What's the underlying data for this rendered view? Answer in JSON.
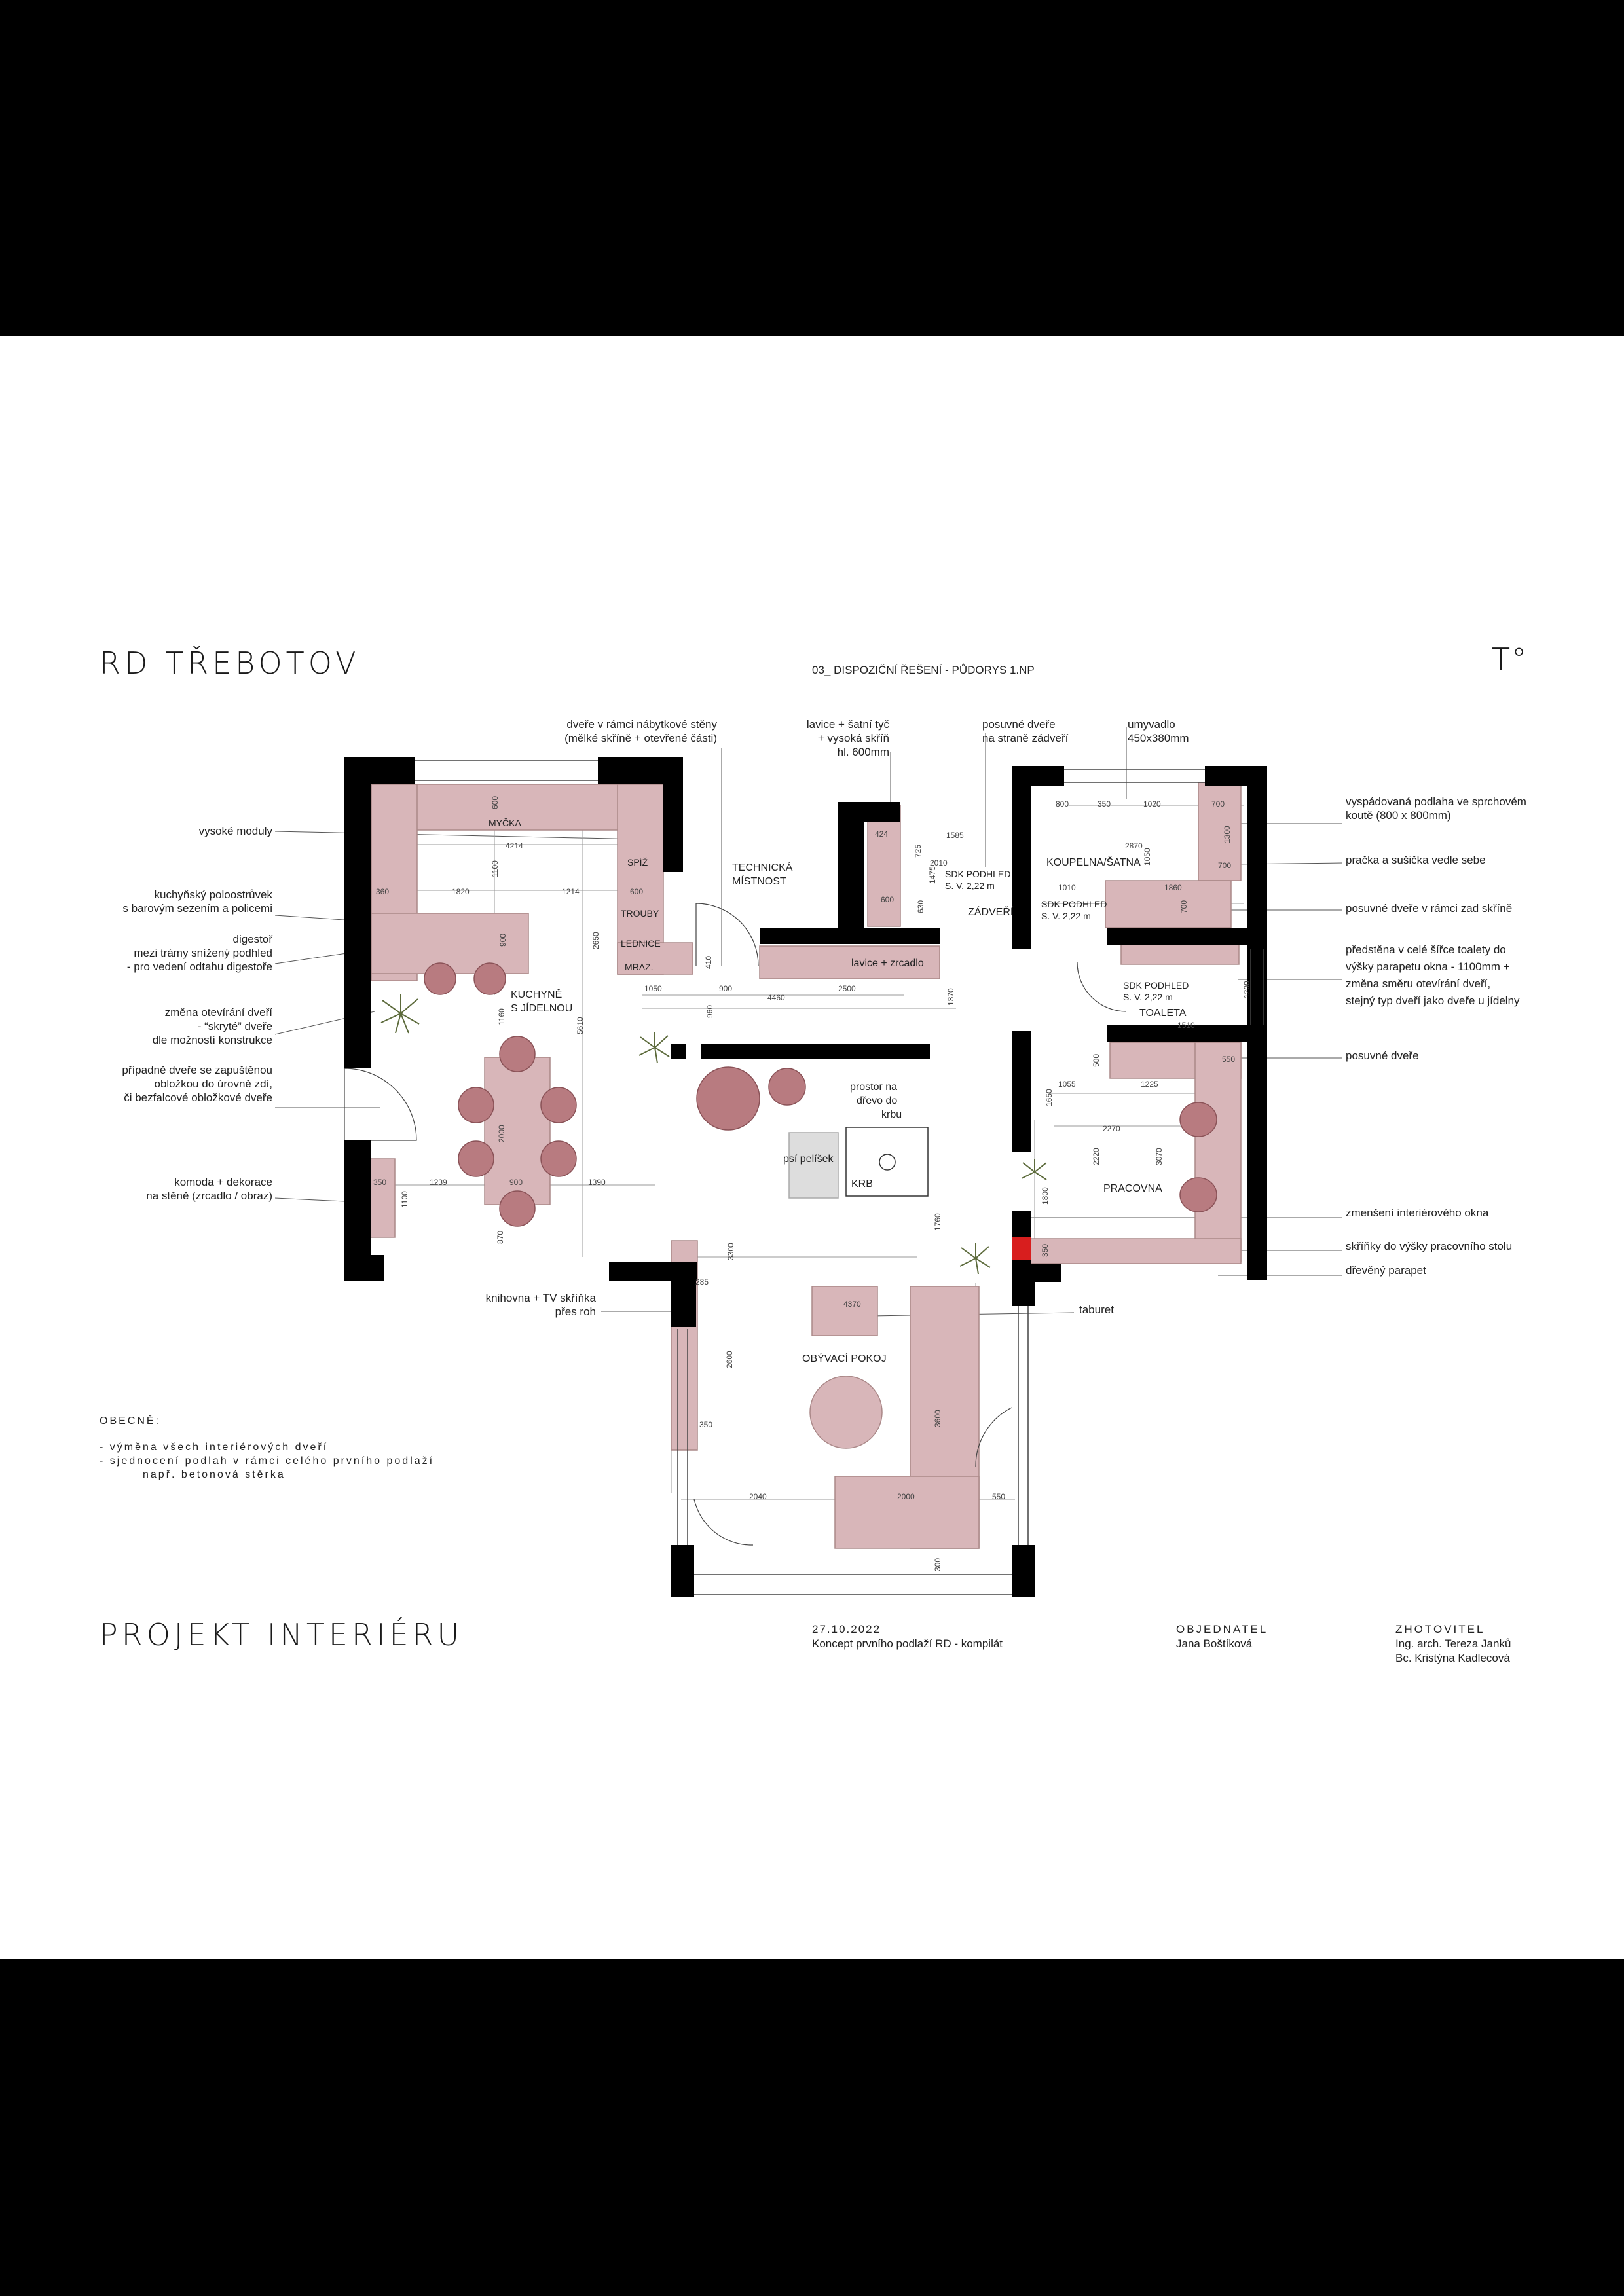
{
  "header": {
    "project_title": "RD TŘEBOTOV",
    "sheet_title": "03_ DISPOZIČNÍ ŘEŠENÍ - PŮDORYS 1.NP",
    "logo": "T°"
  },
  "footer": {
    "main_title": "PROJEKT INTERIÉRU",
    "date": "27.10.2022",
    "description": "Koncept prvního podlaží RD - kompilát",
    "client_label": "OBJEDNATEL",
    "client_name": "Jana Boštíková",
    "contractor_label": "ZHOTOVITEL",
    "contractor_1": "Ing. arch. Tereza Janků",
    "contractor_2": "Bc. Kristýna Kadlecová"
  },
  "general": {
    "heading": "OBECNĚ:",
    "note_1": "- výměna všech interiérových dveří",
    "note_2": "- sjednocení podlah v rámci celého prvního podlaží",
    "note_3": "např. betonová stěrka"
  },
  "annotations_left": {
    "vysoke_moduly": "vysoké moduly",
    "ostruvek_1": "kuchyňský  poloostrůvek",
    "ostruvek_2": "s barovým sezením a policemi",
    "digestor_1": "digestoř",
    "digestor_2": "mezi trámy snížený podhled",
    "digestor_3": "- pro vedení odtahu digestoře",
    "dvere_1": "změna otevírání dveří",
    "dvere_2": "- “skryté” dveře",
    "dvere_3": "dle možností konstrukce",
    "zapust_1": "případně dveře se zapuštěnou",
    "zapust_2": "obložkou do úrovně zdí,",
    "zapust_3": "či bezfalcové obložkové dveře",
    "komoda_1": "komoda + dekorace",
    "komoda_2": "na stěně (zrcadlo / obraz)",
    "knihovna_1": "knihovna + TV skříňka",
    "knihovna_2": "přes roh"
  },
  "annotations_top": {
    "dvere_ramci_1": "dveře v rámci  nábytkové stěny",
    "dvere_ramci_2": "(mělké skříně + otevřené části)",
    "lavice_1": "lavice + šatní tyč",
    "lavice_2": "+ vysoká skříň",
    "lavice_3": "hl. 600mm",
    "posuvne_1": "posuvné dveře",
    "posuvne_2": "na straně zádveří",
    "umyvadlo_1": "umyvadlo",
    "umyvadlo_2": "450x380mm"
  },
  "annotations_right": {
    "podlaha_1": "vyspádovaná podlaha ve sprchovém",
    "podlaha_2": "koutě (800 x 800mm)",
    "pracka": "pračka a sušička vedle sebe",
    "posuvne_skrin": "posuvné dveře v rámci zad skříně",
    "predstena_1": "předstěna v celé šířce toalety do",
    "predstena_2": "výšky parapetu okna - 1100mm +",
    "predstena_3": "změna směru otevírání dveří,",
    "predstena_4": "stejný typ dveří jako dveře u jídelny",
    "posuvne": "posuvné dveře",
    "okno": "zmenšení interiérového okna",
    "skrinky": "skříňky do výšky pracovního stolu",
    "parapet": "dřevěný parapet",
    "taburet": "taburet"
  },
  "rooms": {
    "kuchyne_1": "KUCHYNĚ",
    "kuchyne_2": "S JÍDELNOU",
    "technicka_1": "TECHNICKÁ",
    "technicka_2": "MÍSTNOST",
    "zadveri": "ZÁDVEŘÍ",
    "koupelna": "KOUPELNA/ŠATNA",
    "toaleta": "TOALETA",
    "pracovna": "PRACOVNA",
    "obyvaci": "OBÝVACÍ POKOJ",
    "krb": "KRB",
    "psi": "psí pelíšek",
    "prostor_1": "prostor na",
    "prostor_2": "dřevo do",
    "prostor_3": "krbu",
    "lavice_zrcadlo": "lavice + zrcadlo",
    "mycka": "MYČKA",
    "spiz": "SPÍŽ",
    "trouby": "TROUBY",
    "lednice": "LEDNICE",
    "mraz": "MRAZ.",
    "sdk1_1": "SDK PODHLED",
    "sdk1_2": "S. V. 2,22 m",
    "sdk2_1": "SDK PODHLED",
    "sdk2_2": "S. V. 2,22 m",
    "sdk3_1": "SDK PODHLED",
    "sdk3_2": "S. V. 2,22 m"
  },
  "dimensions": {
    "d600": "600",
    "d4214": "4214",
    "d1100": "1100",
    "d360": "360",
    "d1820": "1820",
    "d1214": "1214",
    "d600b": "600",
    "d900": "900",
    "d2650": "2650",
    "d410": "410",
    "d1050": "1050",
    "d900b": "900",
    "d4460": "4460",
    "d2500": "2500",
    "d1370": "1370",
    "d5610": "5610",
    "d1160": "1160",
    "d2000": "2000",
    "d350": "350",
    "d1239": "1239",
    "d900c": "900",
    "d1390": "1390",
    "d1100b": "1100",
    "d870": "870",
    "d960": "960",
    "d424": "424",
    "d725": "725",
    "d1585": "1585",
    "d2010": "2010",
    "d1475": "1475",
    "d600c": "600",
    "d630": "630",
    "d800": "800",
    "d350b": "350",
    "d1020": "1020",
    "d2870": "2870",
    "d1300": "1300",
    "d1050b": "1050",
    "d1010": "1010",
    "d1860": "1860",
    "d700": "700",
    "d700b": "700",
    "d700c": "700",
    "d1200": "1200",
    "d1510": "1510",
    "d500": "500",
    "d1055": "1055",
    "d1225": "1225",
    "d1650": "1650",
    "d2270": "2270",
    "d2220": "2220",
    "d3070": "3070",
    "d1800": "1800",
    "d550": "550",
    "d350c": "350",
    "d3300": "3300",
    "d1760": "1760",
    "d285": "285",
    "d2600": "2600",
    "d350d": "350",
    "d4370": "4370",
    "d3600": "3600",
    "d2040": "2040",
    "d2000b": "2000",
    "d550b": "550",
    "d300": "300"
  },
  "colors": {
    "furniture": "#d8b6b9",
    "chair": "#b87b80",
    "wall": "#000000",
    "accent_red": "#d81e1e",
    "plant": "#5d6b3c"
  }
}
